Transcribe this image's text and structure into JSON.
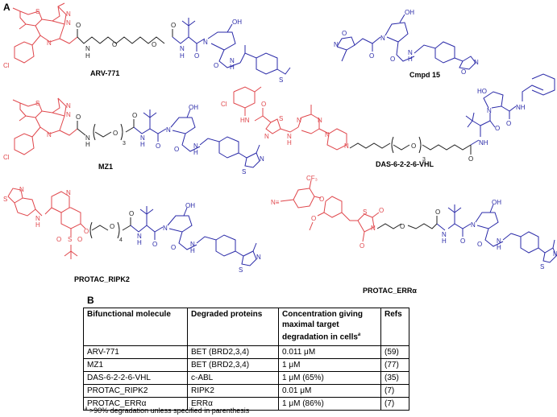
{
  "panels": {
    "a_label": "A",
    "b_label": "B"
  },
  "colors": {
    "target_ligand": "#e0474c",
    "e3_ligand": "#2a2aa8",
    "linker": "#222222"
  },
  "molecules": [
    {
      "id": "arv771",
      "name": "ARV-771"
    },
    {
      "id": "cmpd15",
      "name": "Cmpd 15"
    },
    {
      "id": "mz1",
      "name": "MZ1",
      "linker_repeat": "3"
    },
    {
      "id": "das",
      "name": "DAS-6-2-2-6-VHL",
      "linker_repeat": "3"
    },
    {
      "id": "ripk2",
      "name": "PROTAC_RIPK2",
      "linker_repeat": "4"
    },
    {
      "id": "erra",
      "name": "PROTAC_ERRα"
    }
  ],
  "atoms": {
    "S": "S",
    "N": "N",
    "O": "O",
    "OH": "OH",
    "HO": "HO",
    "H": "H",
    "NH": "NH",
    "HN": "HN",
    "Cl": "Cl",
    "CF3": "CF₃",
    "NC": "N≡"
  },
  "table": {
    "headers": [
      "Bifunctional molecule",
      "Degraded proteins",
      "Concentration giving maximal target degradation in cells",
      "Refs"
    ],
    "header_footnote_mark": "a",
    "rows": [
      [
        "ARV-771",
        "BET (BRD2,3,4)",
        "0.011 μM",
        "(59)"
      ],
      [
        "MZ1",
        "BET (BRD2,3,4)",
        "1 μM",
        "(77)"
      ],
      [
        "DAS-6-2-2-6-VHL",
        "c-ABL",
        "1 μM (65%)",
        "(35)"
      ],
      [
        "PROTAC_RIPK2",
        "RIPK2",
        "0.01 μM",
        "(7)"
      ],
      [
        "PROTAC_ERRα",
        "ERRα",
        "1 μM (86%)",
        "(7)"
      ]
    ]
  },
  "footnote": {
    "mark": "a",
    "text": " >90% degradation unless specified in parenthesis"
  }
}
